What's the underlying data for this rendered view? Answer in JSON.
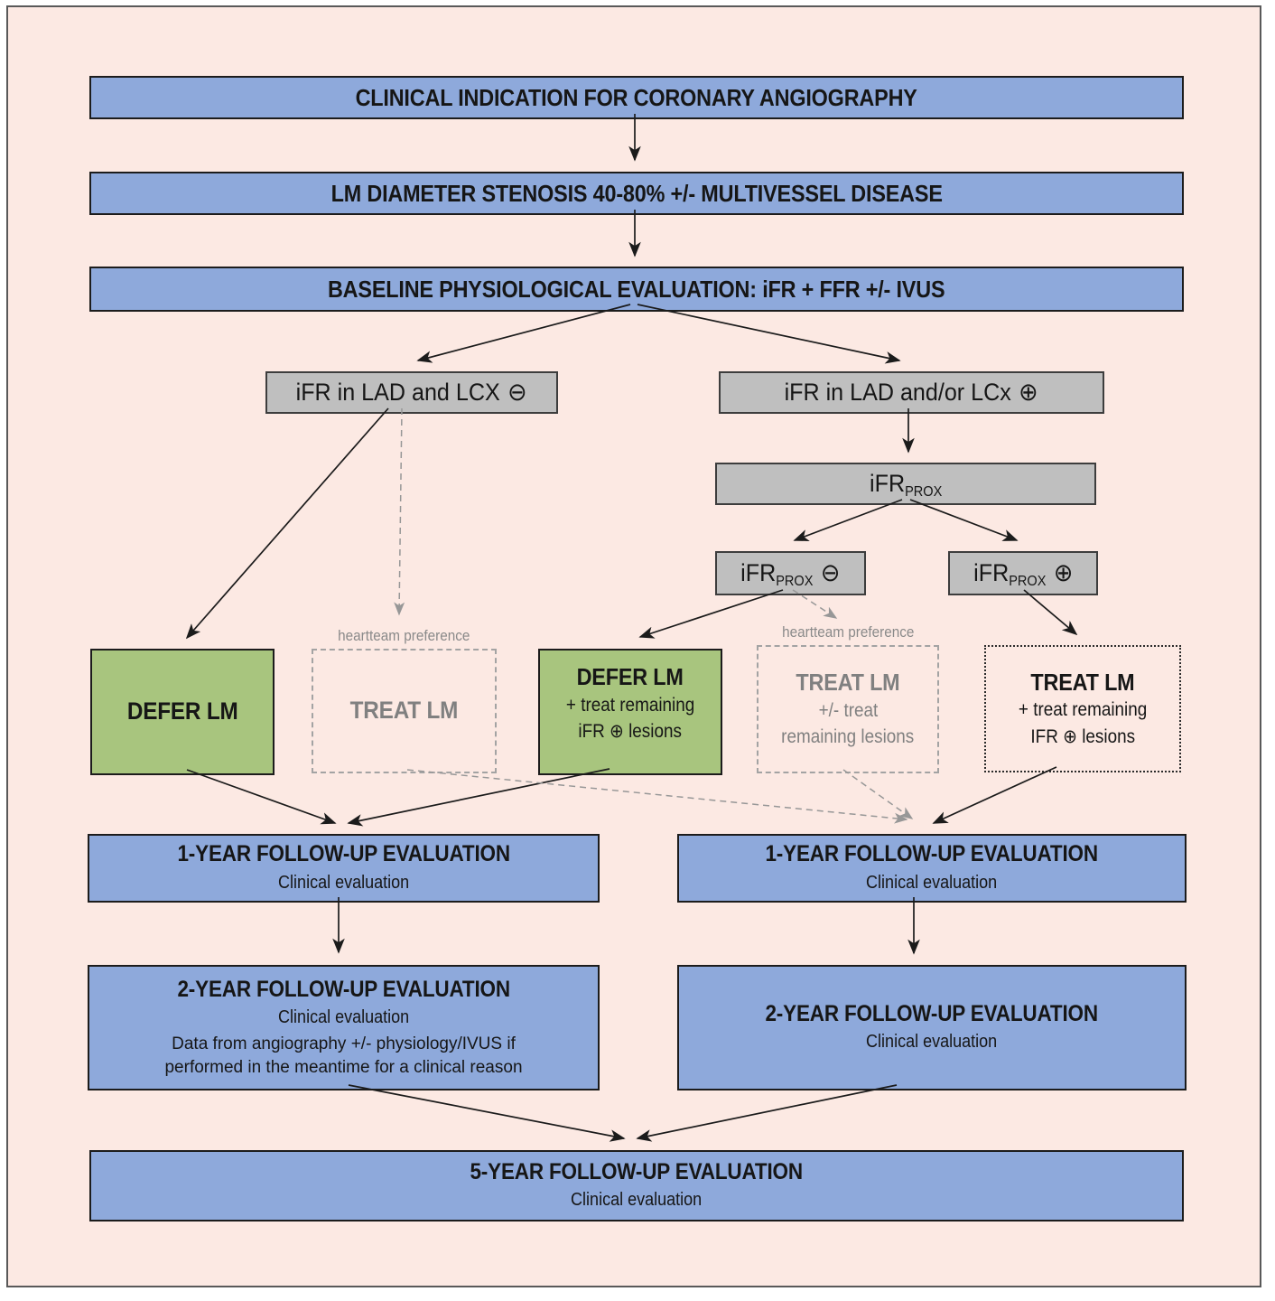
{
  "flow": {
    "steps": {
      "clinical_indication": "CLINICAL INDICATION FOR CORONARY ANGIOGRAPHY",
      "lm_stenosis": "LM DIAMETER STENOSIS 40-80% +/- MULTIVESSEL DISEASE",
      "baseline_evaluation": "BASELINE PHYSIOLOGICAL EVALUATION: iFR + FFR +/- IVUS"
    },
    "decisions": {
      "ifr_lad_lcx_neg": {
        "label": "iFR in LAD and LCX",
        "symbol": "⊖"
      },
      "ifr_lad_lcx_pos": {
        "label": "iFR in LAD and/or LCx",
        "symbol": "⊕"
      },
      "ifr_prox": {
        "label": "iFR",
        "subscript": "PROX"
      },
      "ifr_prox_neg": {
        "label": "iFR",
        "subscript": "PROX",
        "symbol": "⊖"
      },
      "ifr_prox_pos": {
        "label": "iFR",
        "subscript": "PROX",
        "symbol": "⊕"
      }
    },
    "outcomes": {
      "defer_lm": {
        "title": "DEFER LM"
      },
      "treat_lm_preference_left": {
        "title": "TREAT LM",
        "note": "heartteam preference"
      },
      "defer_lm_treat_rest": {
        "title": "DEFER LM",
        "line2": "+ treat remaining",
        "line3": "iFR ⊕ lesions"
      },
      "treat_lm_preference_mid": {
        "title": "TREAT LM",
        "line2": "+/- treat",
        "line3": "remaining lesions",
        "note": "heartteam preference"
      },
      "treat_lm_treat_rest": {
        "title": "TREAT LM",
        "line2": "+ treat remaining",
        "line3": "IFR ⊕ lesions"
      }
    },
    "followups": {
      "one_year_left": {
        "title": "1-YEAR FOLLOW-UP EVALUATION",
        "subtitle": "Clinical evaluation"
      },
      "one_year_right": {
        "title": "1-YEAR FOLLOW-UP EVALUATION",
        "subtitle": "Clinical evaluation"
      },
      "two_year_left": {
        "title": "2-YEAR FOLLOW-UP EVALUATION",
        "subtitle": "Clinical evaluation",
        "detail": "Data from angiography +/- physiology/IVUS if performed in the meantime for a clinical reason"
      },
      "two_year_right": {
        "title": "2-YEAR FOLLOW-UP EVALUATION",
        "subtitle": "Clinical evaluation"
      },
      "five_year": {
        "title": "5-YEAR FOLLOW-UP EVALUATION",
        "subtitle": "Clinical evaluation"
      }
    },
    "colors": {
      "box_blue": "#8EA9DB",
      "box_gray": "#BFBFBF",
      "box_green": "#A8C57E",
      "canvas_pink": "#FCE9E3",
      "muted_text": "#808080"
    }
  }
}
